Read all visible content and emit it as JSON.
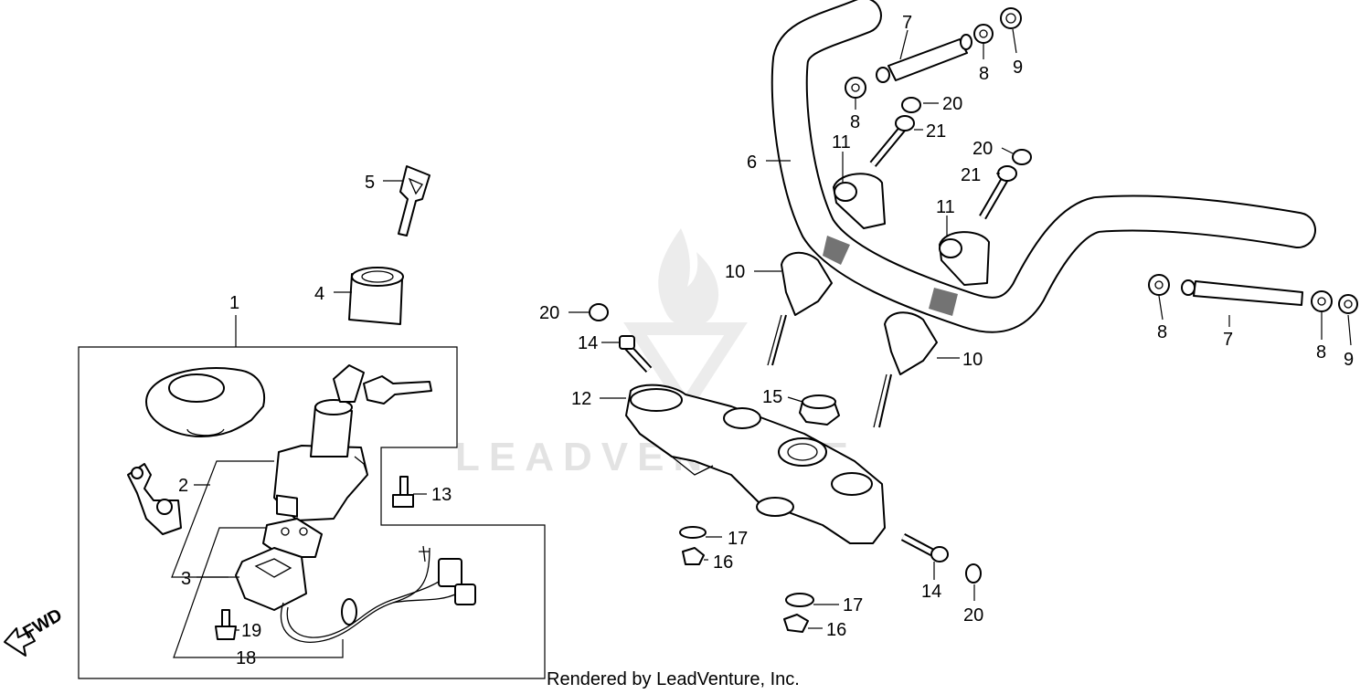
{
  "watermark": {
    "text": "LEADVENTURE",
    "color": "#e3e3e3"
  },
  "footer": "Rendered by LeadVenture, Inc.",
  "fwd_label": "FWD",
  "callouts": {
    "c1": "1",
    "c2": "2",
    "c3": "3",
    "c4": "4",
    "c5": "5",
    "c6": "6",
    "c7a": "7",
    "c7b": "7",
    "c8a": "8",
    "c8b": "8",
    "c8c": "8",
    "c8d": "8",
    "c9a": "9",
    "c9b": "9",
    "c10a": "10",
    "c10b": "10",
    "c11a": "11",
    "c11b": "11",
    "c12": "12",
    "c13": "13",
    "c14a": "14",
    "c14b": "14",
    "c15": "15",
    "c16a": "16",
    "c16b": "16",
    "c17a": "17",
    "c17b": "17",
    "c18": "18",
    "c19": "19",
    "c20a": "20",
    "c20b": "20",
    "c20c": "20",
    "c20d": "20",
    "c21a": "21",
    "c21b": "21"
  }
}
